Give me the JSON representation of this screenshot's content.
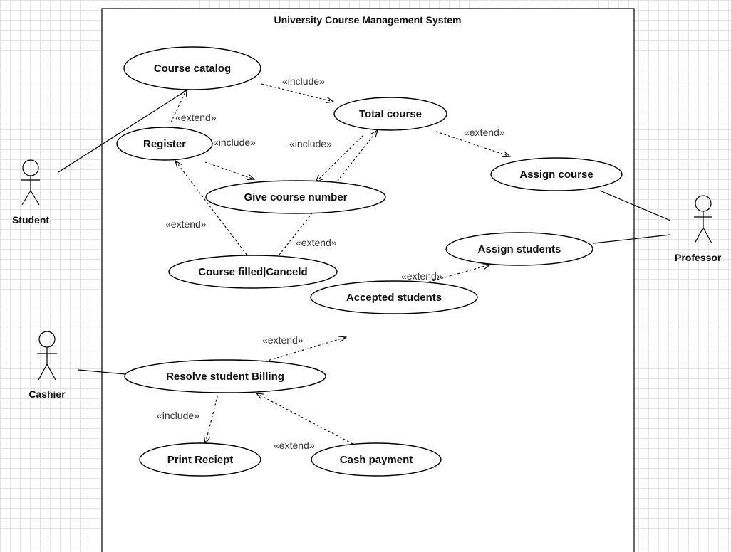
{
  "system": {
    "title": "University Course Management System"
  },
  "actors": {
    "student": "Student",
    "professor": "Professor",
    "cashier": "Cashier"
  },
  "use_cases": {
    "course_catalog": "Course catalog",
    "total_course": "Total course",
    "register": "Register",
    "assign_course": "Assign course",
    "give_course_number": "Give course number",
    "assign_students": "Assign students",
    "course_filled_canceled": "Course filled|Canceld",
    "accepted_students": "Accepted students",
    "resolve_billing": "Resolve student Billing",
    "print_receipt": "Print Reciept",
    "cash_payment": "Cash payment"
  },
  "relations": {
    "include": "«include»",
    "extend": "«extend»"
  }
}
